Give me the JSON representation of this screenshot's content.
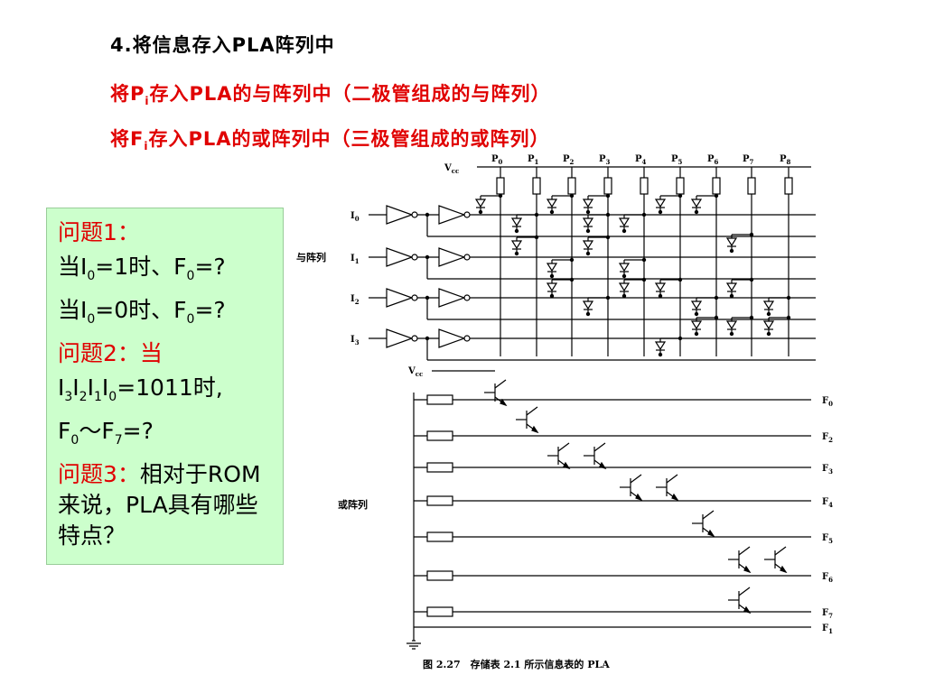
{
  "title": "4.将信息存入PLA阵列中",
  "line1": {
    "pre": "将P",
    "sub": "i",
    "post": "存入PLA的与阵列中（二极管组成的与阵列）"
  },
  "line2": {
    "pre": "将F",
    "sub": "i",
    "post": "存入PLA的或阵列中（三极管组成的或阵列）"
  },
  "questions": {
    "q1_label": "问题1：",
    "q1_a": [
      "当I",
      "0",
      "=1时、F",
      "0",
      "=?"
    ],
    "q1_b": [
      "当I",
      "0",
      "=0时、F",
      "0",
      "=?"
    ],
    "q2_label": "问题2：当",
    "q2_a": [
      "I",
      "3",
      "I",
      "2",
      "I",
      "1",
      "I",
      "0",
      "=1011时,"
    ],
    "q2_b": [
      "F",
      "0",
      "～F",
      "7",
      "=?"
    ],
    "q3_label": "问题3：",
    "q3_rest": "相对于ROM来说，PLA具有哪些特点？"
  },
  "diagram": {
    "vcc_top": "V",
    "vcc_top_sub": "cc",
    "vcc_mid": "V",
    "vcc_mid_sub": "cc",
    "p_labels": [
      "P0",
      "P1",
      "P2",
      "P3",
      "P4",
      "P5",
      "P6",
      "P7",
      "P8"
    ],
    "inputs": [
      "I0",
      "I1",
      "I2",
      "I3"
    ],
    "and_array": "与阵列",
    "or_array": "或阵列",
    "outputs": [
      "F0",
      "F2",
      "F3",
      "F4",
      "F5",
      "F6",
      "F7",
      "F1"
    ],
    "caption": "图 2.27　存储表 2.1 所示信息表的 PLA"
  }
}
